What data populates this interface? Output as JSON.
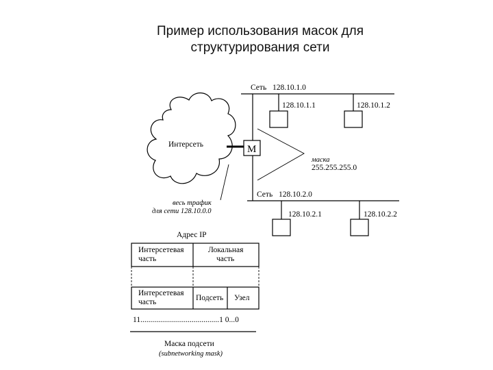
{
  "title": {
    "line1": "Пример использования масок для",
    "line2": "структурирования сети"
  },
  "network": {
    "top": {
      "label": "Сеть",
      "address": "128.10.1.0",
      "hosts": [
        "128.10.1.1",
        "128.10.1.2"
      ]
    },
    "bottom": {
      "label": "Сеть",
      "address": "128.10.2.0",
      "hosts": [
        "128.10.2.1",
        "128.10.2.2"
      ]
    },
    "internet_label": "Интерсеть",
    "router_label": "M",
    "mask_label": "маска",
    "mask_value": "255.255.255.0",
    "traffic_line1": "весь трафик",
    "traffic_line2": "для сети 128.10.0.0"
  },
  "address_structure": {
    "title": "Адрес IP",
    "row1": {
      "internet_part_line1": "Интерсетевая",
      "internet_part_line2": "часть",
      "local_part_line1": "Локальная",
      "local_part_line2": "часть"
    },
    "row2": {
      "internet_part_line1": "Интерсетевая",
      "internet_part_line2": "часть",
      "subnet": "Подсеть",
      "host": "Узел"
    },
    "mask_bits": "11........................................1 0...0",
    "caption_line1": "Маска подсети",
    "caption_line2": "(subnetworking mask)"
  }
}
